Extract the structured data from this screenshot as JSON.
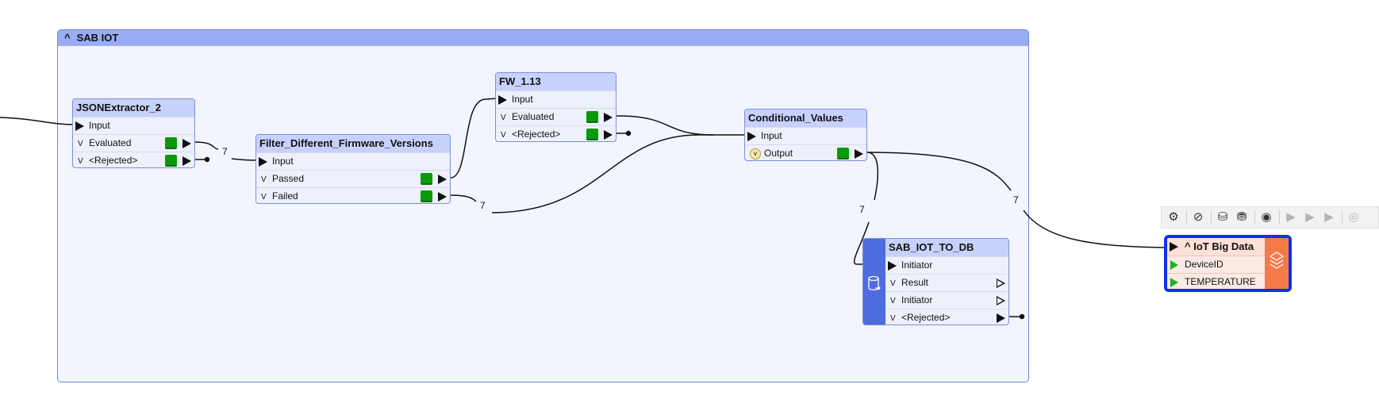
{
  "bookmark": {
    "title": "SAB IOT",
    "caret": "^"
  },
  "nodes": {
    "json_extractor": {
      "title": "JSONExtractor_2",
      "ports": [
        "Input",
        "Evaluated",
        "<Rejected>"
      ]
    },
    "filter": {
      "title": "Filter_Different_Firmware_Versions",
      "ports": [
        "Input",
        "Passed",
        "Failed"
      ]
    },
    "fw": {
      "title": "FW_1.13",
      "ports": [
        "Input",
        "Evaluated",
        "<Rejected>"
      ]
    },
    "conditional": {
      "title": "Conditional_Values",
      "ports": [
        "Input",
        "Output"
      ]
    },
    "sab_db": {
      "title": "SAB_IOT_TO_DB",
      "ports": [
        "Initiator",
        "Result",
        "Initiator",
        "<Rejected>"
      ]
    },
    "iot": {
      "title": "IoT Big Data",
      "caret": "^",
      "attributes": [
        "DeviceID",
        "TEMPERATURE"
      ]
    }
  },
  "link_counts": [
    "7",
    "7",
    "7",
    "7"
  ],
  "toolbar": {
    "icons": [
      "gear-icon",
      "disable-icon",
      "database-import-icon",
      "database-settings-icon",
      "database-view-icon",
      "run-to-this-icon",
      "run-from-this-icon",
      "run-just-this-icon",
      "inspect-icon"
    ]
  },
  "colors": {
    "bookmark": "#9bacf6",
    "node_header": "#c8d1fb",
    "writer_accent": "#f47a48",
    "selected_border": "#1030e8",
    "port_green": "#0a9a0a"
  }
}
